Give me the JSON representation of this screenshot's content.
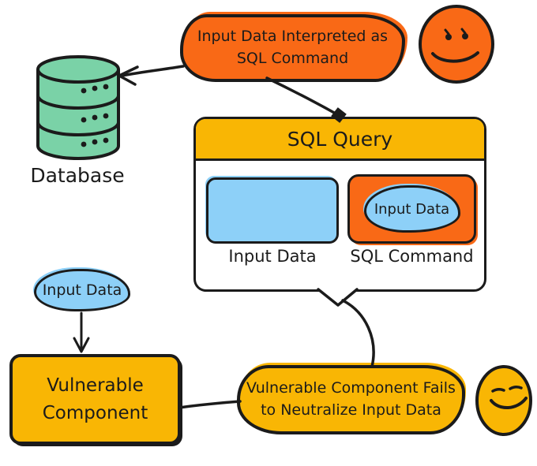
{
  "colors": {
    "orange": "#F96916",
    "yellow": "#F9B604",
    "blue": "#8DD0F8",
    "teal": "#7AD2A7",
    "ink": "#1b1b1b"
  },
  "database": {
    "label": "Database"
  },
  "annotation_top": {
    "line1": "Input Data Interpreted as",
    "line2": "SQL Command"
  },
  "sql_query": {
    "title": "SQL Query",
    "input_block_label": "Input Data",
    "command_block_label": "SQL Command",
    "injected_label": "Input Data"
  },
  "input_node": {
    "label": "Input Data"
  },
  "vulnerable_component": {
    "line1": "Vulnerable",
    "line2": "Component"
  },
  "annotation_bottom": {
    "line1": "Vulnerable Component Fails",
    "line2": "to Neutralize Input Data"
  }
}
